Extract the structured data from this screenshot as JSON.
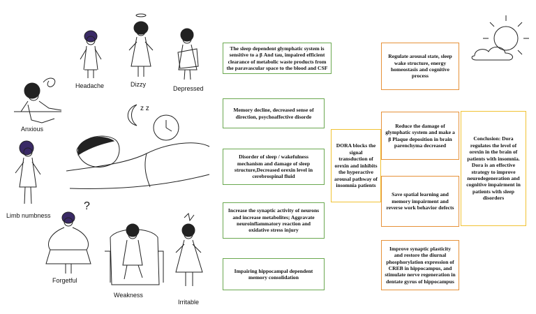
{
  "symptoms": {
    "headache": "Headache",
    "dizzy": "Dizzy",
    "depressed": "Depressed",
    "anxious": "Anxious",
    "limb_numbness": "Limb numbness",
    "forgetful": "Forgetful",
    "weakness": "Weakness",
    "irritable": "Irritable"
  },
  "green_boxes": [
    "The sleep dependent glymphatic system is sensitive to a β  And tau, impaired efficient clearance of metabolic waste products from the paravascular space to the blood and CSF",
    "Memory decline, decreased sense of direction, psychoaffective disorde",
    "Disorder of sleep / wakefulness mechanism and damage of sleep structure,Decreased orexin level in cerebrospinal fluid",
    "Increase the synaptic activity of neurons and increase metabolites; Aggravate neuroinflammatory reaction and oxidative stress injury",
    "Impairing hippocampal dependent memory consolidation"
  ],
  "center_box": "DORA blocks the signal transduction of orexin and inhibits the hyperactive arousal pathway of insomnia patients",
  "orange_boxes": [
    "Regulate arousal state, sleep wake structure, energy homeostasis and cognitive process",
    "Reduce the damage of glymphatic system and make a β  Plaque deposition in brain parenchyma decreased",
    "Save spatial learning and memory impairment and reverse work behavior defects",
    "Improve synaptic plasticity and restore the diurnal phosphorylation expression of CREB in hippocampus, and stimulate nerve regeneration in dentate gyrus of hippocampus"
  ],
  "conclusion_box": "Conclusion: Dora regulates the level of orexin in the brain of patients with insomnia. Dora is an effective strategy to improve neurodegeneration and cognitive impairment in patients with sleep disorders",
  "sleep_glyph": "z z",
  "question_glyph": "?"
}
